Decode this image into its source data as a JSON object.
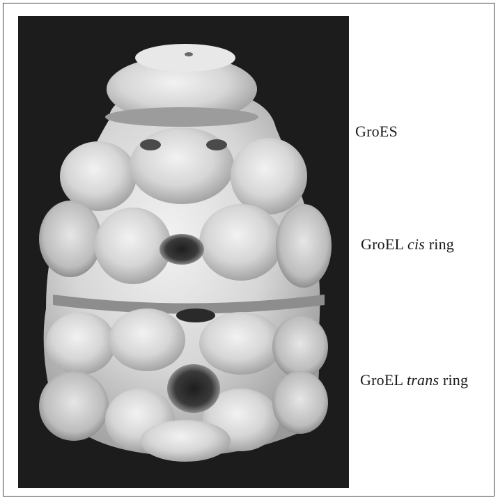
{
  "figure": {
    "image_description_icon": "chaperonin-complex-render",
    "labels": {
      "groes": "GroES",
      "cis_prefix": "GroEL ",
      "cis_italic": "cis",
      "cis_suffix": " ring",
      "trans_prefix": "GroEL ",
      "trans_italic": "trans",
      "trans_suffix": " ring"
    }
  }
}
